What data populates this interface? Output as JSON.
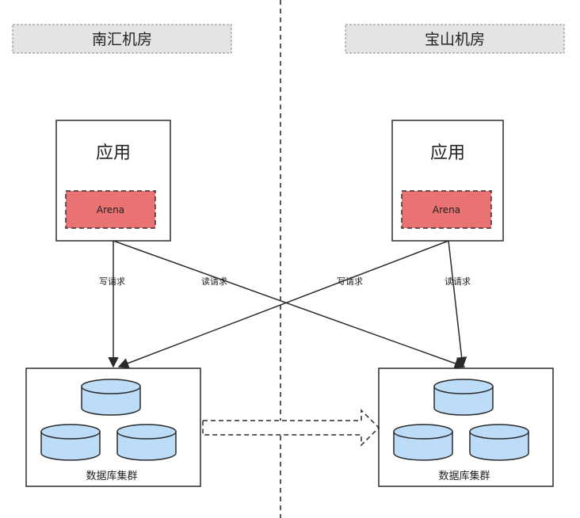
{
  "left_zone": {
    "title": "南汇机房"
  },
  "right_zone": {
    "title": "宝山机房"
  },
  "left_app": {
    "title": "应用",
    "component": "Arena"
  },
  "right_app": {
    "title": "应用",
    "component": "Arena"
  },
  "left_db": {
    "label": "数据库集群"
  },
  "right_db": {
    "label": "数据库集群"
  },
  "edges": {
    "left_write": "写请求",
    "left_read": "读请求",
    "right_write": "写请求",
    "right_read": "读请求"
  },
  "colors": {
    "zone_fill": "#e4e4e4",
    "arena_fill": "#e97272",
    "db_fill": "#bcdcf7",
    "db_stroke": "#2a2a2a",
    "line": "#2b2b2b"
  }
}
